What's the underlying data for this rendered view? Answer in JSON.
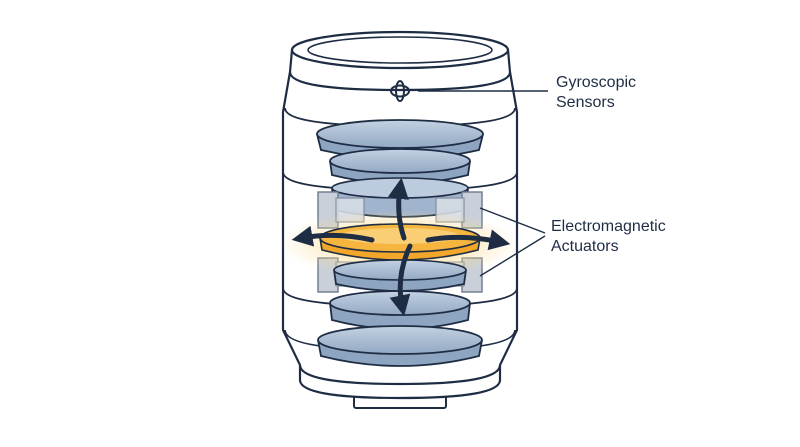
{
  "labels": {
    "gyro_line1": "Gyroscopic",
    "gyro_line2": "Sensors",
    "act_line1": "Electromagnetic",
    "act_line2": "Actuators"
  },
  "colors": {
    "outline": "#1f2d44",
    "lens_fill": "#a9bcd3",
    "lens_dark": "#7f97b5",
    "actuator_fill": "#c9d0d9",
    "stabilized_lens": "#f6b53e",
    "glow": "#fbd98b",
    "arrow": "#1f2d44"
  },
  "icons": [
    "gyroscope-icon",
    "motion-arrow-icon"
  ]
}
